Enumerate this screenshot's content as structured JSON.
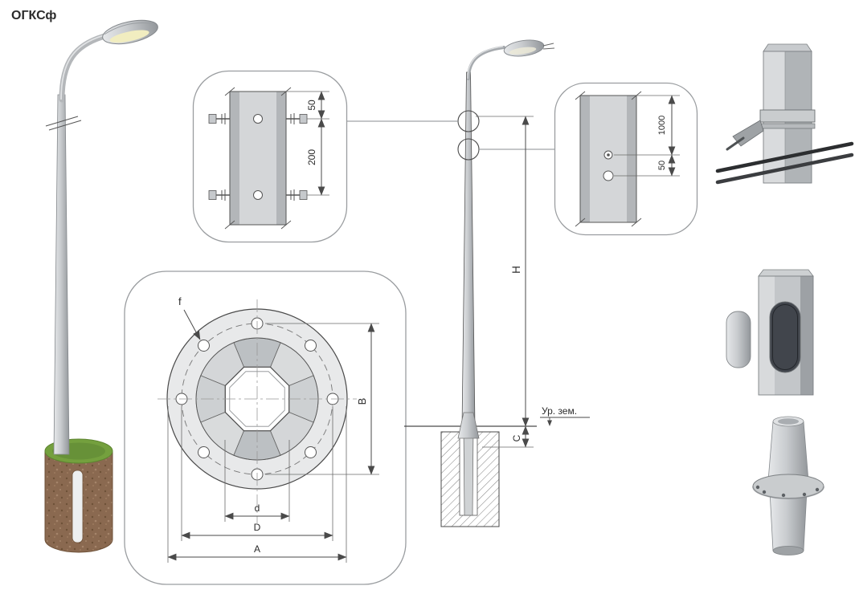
{
  "title": "ОГКСф",
  "colors": {
    "drawing_line": "#4a4a4a",
    "metal_light": "#e6e8ea",
    "metal_dark": "#93979b",
    "foundation_brown": "#8a6950",
    "grass_green": "#74a03e"
  },
  "detail_top": {
    "dim_edge_to_bolt": "50",
    "dim_bolt_spacing": "200"
  },
  "detail_right": {
    "dim_height": "1000",
    "dim_hole_spacing": "50"
  },
  "flange_view": {
    "hole_diameter_label": "f",
    "dim_hole_span": "B",
    "dim_octagon_width": "d",
    "dim_bolt_circle": "D",
    "dim_outer_width": "A"
  },
  "elevation": {
    "dim_total_height": "H",
    "dim_foundation_offset": "C",
    "ground_level_label": "Ур. зем."
  }
}
